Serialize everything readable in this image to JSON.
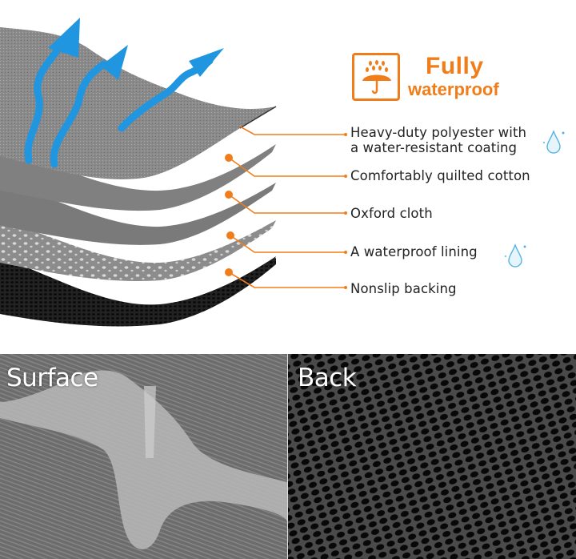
{
  "headline": {
    "line1": "Fully",
    "line2": "waterproof",
    "icon": "umbrella-rain-icon",
    "accent_color": "#f07d1a"
  },
  "layers": [
    {
      "label_line1": "Heavy-duty polyester with",
      "label_line2": "a water-resistant coating",
      "icon": "water-drop-icon"
    },
    {
      "label_line1": "Comfortably quilted cotton"
    },
    {
      "label_line1": "Oxford cloth"
    },
    {
      "label_line1": "A  waterproof lining",
      "icon": "water-drop-icon"
    },
    {
      "label_line1": "Nonslip backing"
    }
  ],
  "breathability_arrows": {
    "count": 3,
    "color": "#2196e0",
    "icon": "breathable-arrow-icon"
  },
  "photos": [
    {
      "label": "Surface"
    },
    {
      "label": "Back"
    }
  ],
  "colors": {
    "accent": "#f07d1a",
    "arrow_blue": "#2196e0",
    "text": "#222222"
  }
}
